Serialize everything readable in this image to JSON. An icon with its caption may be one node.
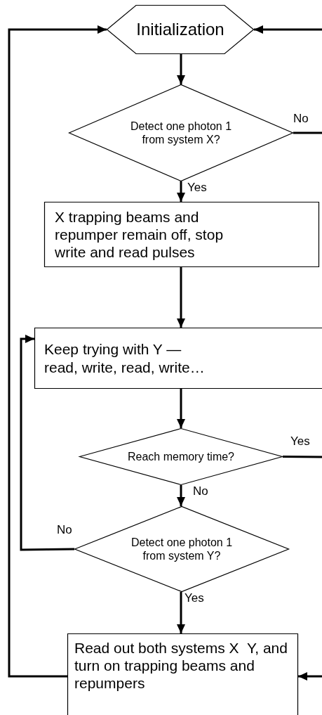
{
  "diagram": {
    "nodes": [
      {
        "text": [
          "Initialization"
        ]
      },
      {
        "text": [
          "Detect one photon 1 from system X?"
        ]
      },
      {
        "text": [
          "X trapping beams and repumper remain off, stop write and read pulses"
        ]
      },
      {
        "text": [
          "Keep trying with Y — read, write, read, write…"
        ]
      },
      {
        "text": [
          "Reach memory time?"
        ]
      },
      {
        "text": [
          "Detect one photon 1 from system Y?"
        ]
      },
      {
        "text": [
          "Read out both systems X  Y, and turn on trapping beams and repumpers"
        ]
      }
    ],
    "edges": [
      {
        "from": 0,
        "to": 1,
        "arrow": "to"
      },
      {
        "from": 1,
        "to": 2,
        "arrow": "to",
        "label": "Yes"
      },
      {
        "from": 1,
        "to": null,
        "arrow": "none",
        "label": "No"
      },
      {
        "from": null,
        "to": 0,
        "arrow": "to"
      },
      {
        "from": 2,
        "to": 3,
        "arrow": "to"
      },
      {
        "from": 3,
        "to": 4,
        "arrow": "to"
      },
      {
        "from": 4,
        "to": 5,
        "arrow": "to",
        "label": "No"
      },
      {
        "from": 4,
        "to": null,
        "arrow": "none",
        "label": "Yes"
      },
      {
        "from": 5,
        "to": 3,
        "arrow": "to",
        "label": "No"
      },
      {
        "from": 5,
        "to": 6,
        "arrow": "to",
        "label": "Yes"
      },
      {
        "from": 6,
        "to": 0,
        "arrow": "to"
      },
      {
        "from": null,
        "to": 6,
        "arrow": "to"
      }
    ]
  }
}
